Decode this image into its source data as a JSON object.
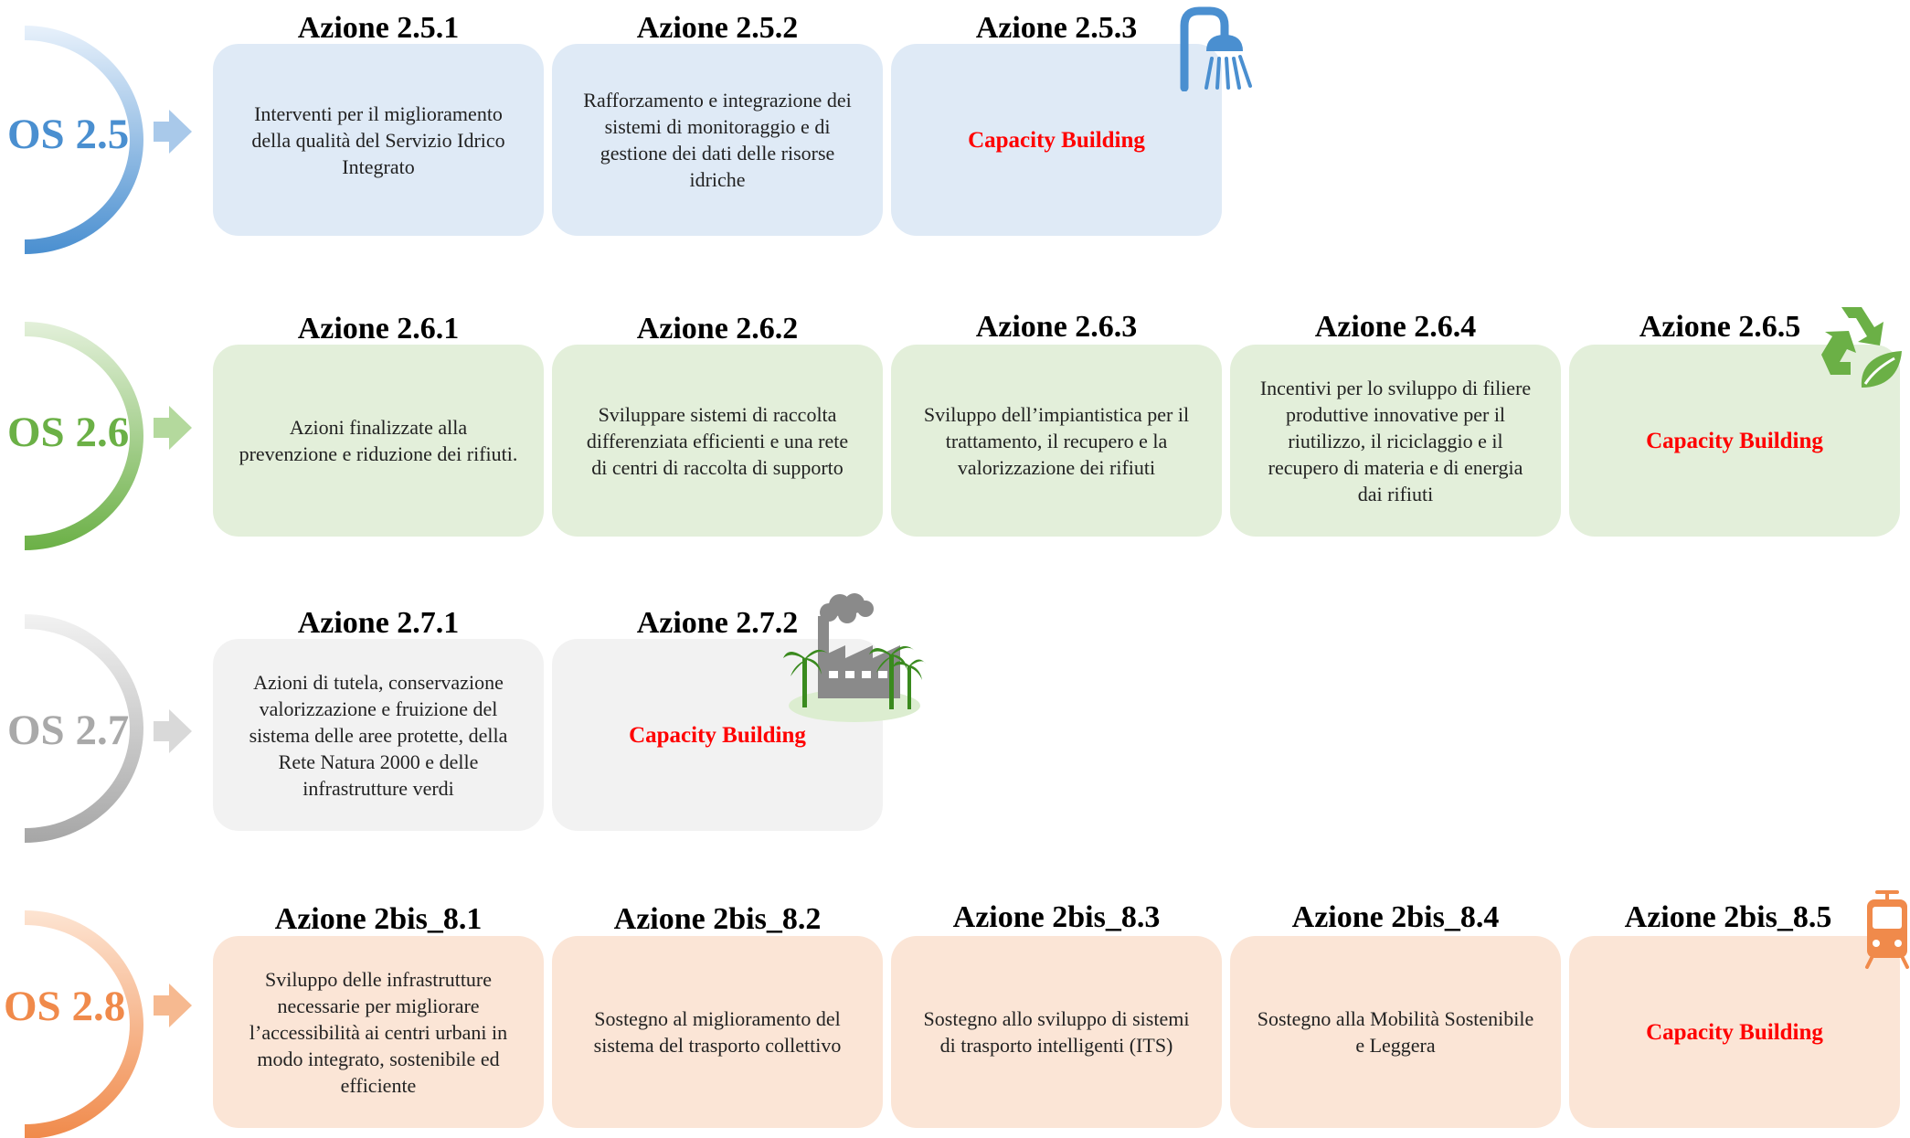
{
  "colors": {
    "blue_dark": "#4a8fd0",
    "blue_light": "#dfeaf6",
    "green_dark": "#6bb046",
    "green_light": "#e3efda",
    "gray_dark": "#a9a9a9",
    "gray_light": "#f2f2f2",
    "orange_dark": "#f08a4b",
    "orange_light": "#fbe5d6",
    "capacity_text": "#ff0000"
  },
  "rows": [
    {
      "os_label": "OS 2.5",
      "icon": "shower-icon",
      "actions": [
        {
          "title": "Azione 2.5.1",
          "text": "Interventi per il miglioramento della qualità del Servizio Idrico Integrato"
        },
        {
          "title": "Azione 2.5.2",
          "text": "Rafforzamento e integrazione dei sistemi di monitoraggio e di gestione dei dati delle risorse idriche"
        },
        {
          "title": "Azione 2.5.3",
          "text": "Capacity Building"
        }
      ]
    },
    {
      "os_label": "OS 2.6",
      "icon": "recycle-leaf-icon",
      "actions": [
        {
          "title": "Azione 2.6.1",
          "text": "Azioni finalizzate alla prevenzione e riduzione dei rifiuti."
        },
        {
          "title": "Azione 2.6.2",
          "text": "Sviluppare sistemi di raccolta differenziata efficienti e una rete di centri di raccolta di supporto"
        },
        {
          "title": "Azione 2.6.3",
          "text": "Sviluppo dell’impiantistica per il trattamento, il recupero e la valorizzazione dei rifiuti"
        },
        {
          "title": "Azione 2.6.4",
          "text": "Incentivi per lo sviluppo di filiere produttive innovative per il riutilizzo, il riciclaggio e il recupero di materia e di energia dai rifiuti"
        },
        {
          "title": "Azione 2.6.5",
          "text": "Capacity Building"
        }
      ]
    },
    {
      "os_label": "OS 2.7",
      "icon": "factory-palm-icon",
      "actions": [
        {
          "title": "Azione 2.7.1",
          "text": "Azioni di tutela, conservazione valorizzazione e fruizione del sistema delle aree protette, della Rete Natura 2000 e delle infrastrutture verdi"
        },
        {
          "title": "Azione 2.7.2",
          "text": "Capacity Building"
        }
      ]
    },
    {
      "os_label": "OS 2.8",
      "icon": "train-icon",
      "actions": [
        {
          "title": "Azione 2bis_8.1",
          "text": "Sviluppo delle infrastrutture necessarie per migliorare l’accessibilità ai centri urbani in modo integrato, sostenibile ed efficiente"
        },
        {
          "title": "Azione 2bis_8.2",
          "text": "Sostegno al miglioramento del sistema del trasporto collettivo"
        },
        {
          "title": "Azione 2bis_8.3",
          "text": "Sostegno allo sviluppo di sistemi di trasporto intelligenti (ITS)"
        },
        {
          "title": "Azione 2bis_8.4",
          "text": "Sostegno alla Mobilità Sostenibile e Leggera"
        },
        {
          "title": "Azione 2bis_8.5",
          "text": "Capacity Building"
        }
      ]
    }
  ]
}
